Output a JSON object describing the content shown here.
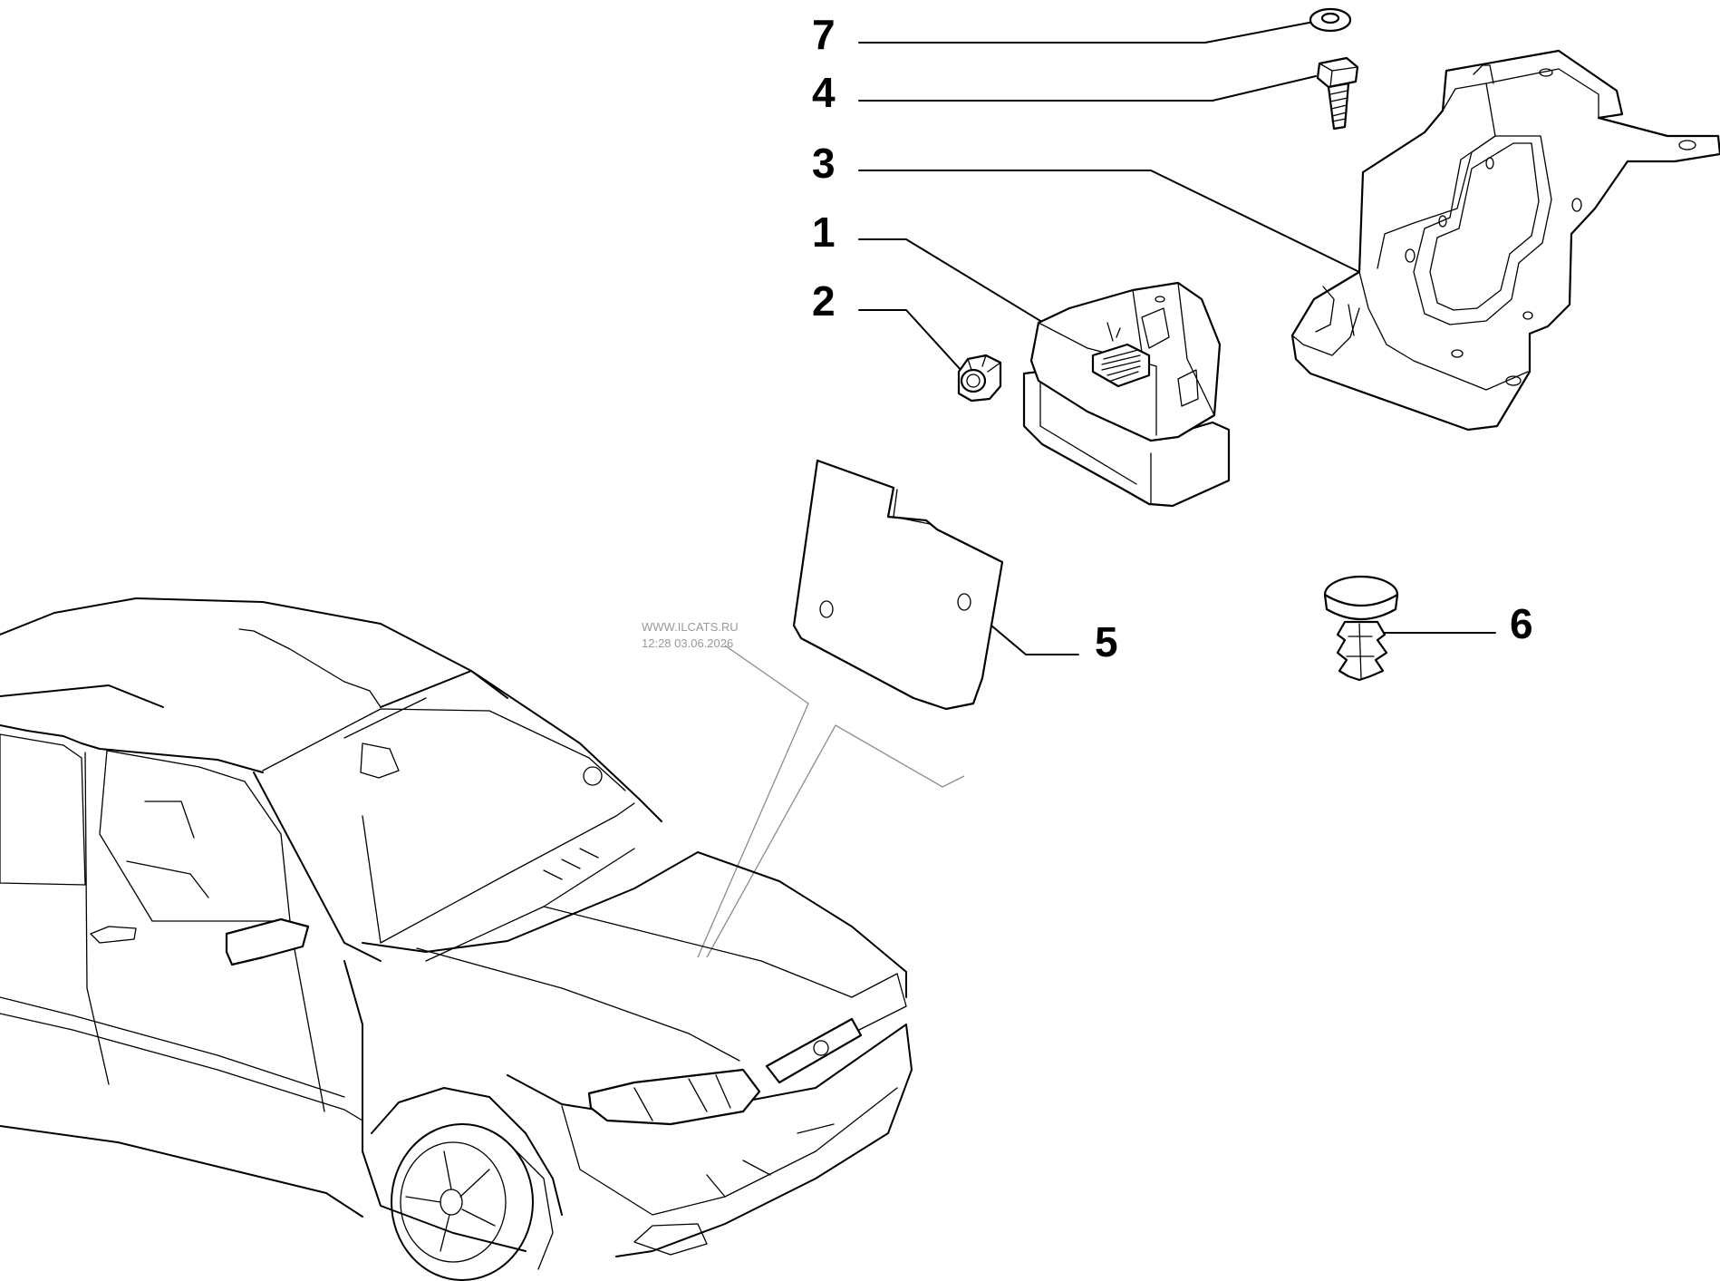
{
  "callouts": [
    {
      "id": "7",
      "label": "7"
    },
    {
      "id": "4",
      "label": "4"
    },
    {
      "id": "3",
      "label": "3"
    },
    {
      "id": "1",
      "label": "1"
    },
    {
      "id": "2",
      "label": "2"
    },
    {
      "id": "5",
      "label": "5"
    },
    {
      "id": "6",
      "label": "6"
    }
  ],
  "watermark": {
    "site": "WWW.ILCATS.RU",
    "timestamp": "12:28 03.06.2026"
  }
}
